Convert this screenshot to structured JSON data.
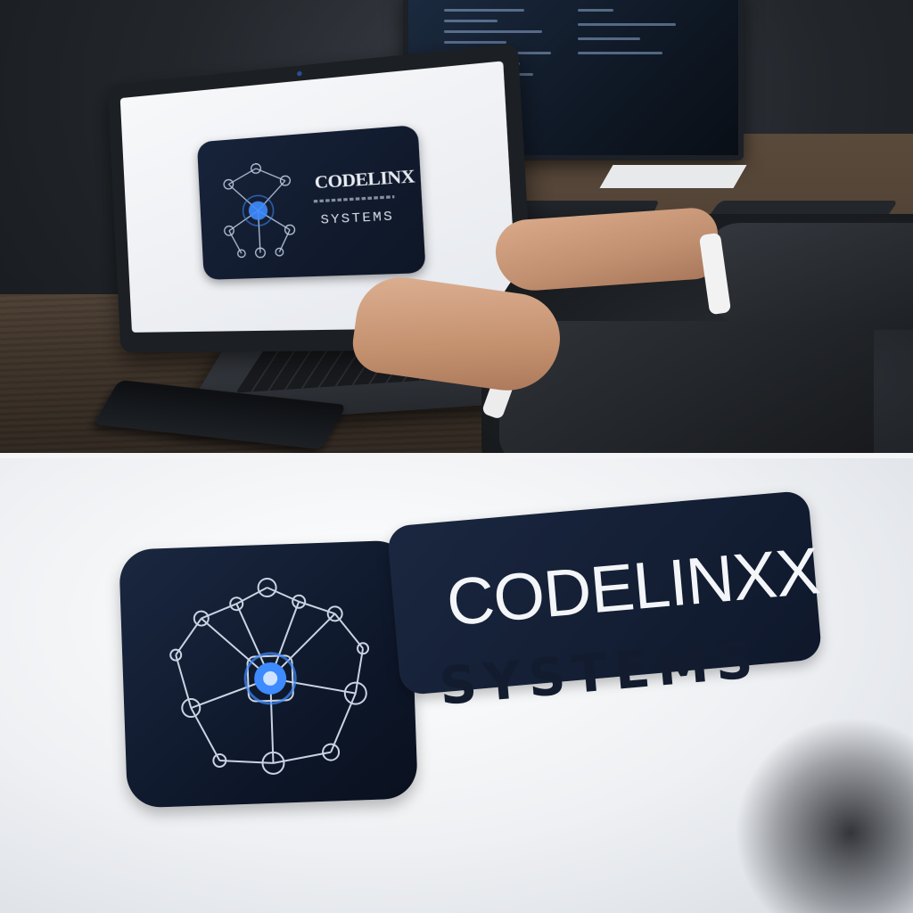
{
  "laptop_screen": {
    "brand_name": "CODELINX",
    "brand_sub": "SYSTEMS"
  },
  "logo": {
    "brand_name": "CODELINXX",
    "brand_sub": "SYSTEMS"
  },
  "colors": {
    "logo_navy": "#0f182b",
    "logo_text_light": "#f3f5f8",
    "logo_text_dark": "#121c2e",
    "node_glow": "#3d8bff"
  }
}
